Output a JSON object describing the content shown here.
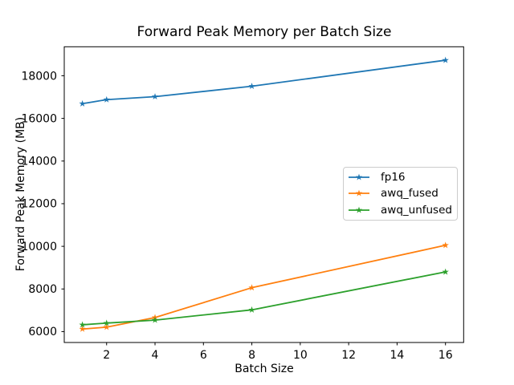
{
  "figure": {
    "background": "#ffffff"
  },
  "chart_data": {
    "type": "line",
    "title": "Forward Peak Memory per Batch Size",
    "xlabel": "Batch Size",
    "ylabel": "Forward Peak Memory (MB)",
    "x": [
      1,
      2,
      4,
      8,
      16
    ],
    "series": [
      {
        "name": "fp16",
        "color": "#1f77b4",
        "marker": "star",
        "values": [
          16690,
          16880,
          17020,
          17510,
          18730
        ]
      },
      {
        "name": "awq_fused",
        "color": "#ff7f0e",
        "marker": "star",
        "values": [
          6120,
          6210,
          6660,
          8060,
          10050
        ]
      },
      {
        "name": "awq_unfused",
        "color": "#2ca02c",
        "marker": "star",
        "values": [
          6320,
          6400,
          6540,
          7020,
          8800
        ]
      }
    ],
    "xticks": [
      2,
      4,
      6,
      8,
      10,
      12,
      14,
      16
    ],
    "yticks": [
      6000,
      8000,
      10000,
      12000,
      14000,
      16000,
      18000
    ],
    "xlim": [
      0.25,
      16.75
    ],
    "ylim": [
      5490,
      19360
    ],
    "grid": false,
    "legend_position": "center right",
    "axis_color": "#000000",
    "legend_border_color": "#cccccc"
  }
}
